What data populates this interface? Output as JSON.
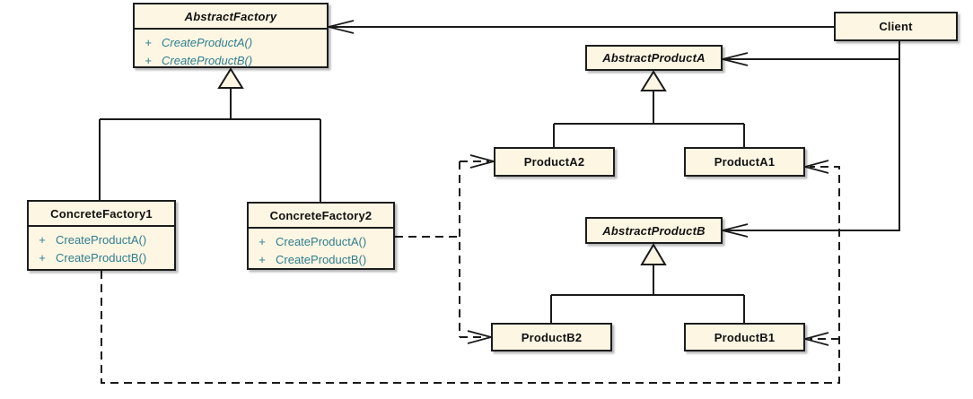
{
  "colors": {
    "background": "#FFFFFF",
    "box_fill": "#FDF6E3",
    "box_border": "#1C1C1C",
    "title_color": "#111111",
    "method_color": "#2F7E8E",
    "line_color": "#1A1A1A"
  },
  "classes": [
    {
      "name": "AbstractFactory",
      "abstract": true,
      "methods": [
        {
          "vis": "+",
          "sig": "CreateProductA()"
        },
        {
          "vis": "+",
          "sig": "CreateProductB()"
        }
      ]
    },
    {
      "name": "ConcreteFactory1",
      "abstract": false,
      "methods": [
        {
          "vis": "+",
          "sig": "CreateProductA()"
        },
        {
          "vis": "+",
          "sig": "CreateProductB()"
        }
      ]
    },
    {
      "name": "ConcreteFactory2",
      "abstract": false,
      "methods": [
        {
          "vis": "+",
          "sig": "CreateProductA()"
        },
        {
          "vis": "+",
          "sig": "CreateProductB()"
        }
      ]
    },
    {
      "name": "Client",
      "abstract": false,
      "methods": []
    },
    {
      "name": "AbstractProductA",
      "abstract": true,
      "methods": []
    },
    {
      "name": "ProductA2",
      "abstract": false,
      "methods": []
    },
    {
      "name": "ProductA1",
      "abstract": false,
      "methods": []
    },
    {
      "name": "AbstractProductB",
      "abstract": true,
      "methods": []
    },
    {
      "name": "ProductB2",
      "abstract": false,
      "methods": []
    },
    {
      "name": "ProductB1",
      "abstract": false,
      "methods": []
    }
  ],
  "relationships": {
    "generalizations": [
      {
        "from": "ConcreteFactory1",
        "to": "AbstractFactory"
      },
      {
        "from": "ConcreteFactory2",
        "to": "AbstractFactory"
      },
      {
        "from": "ProductA2",
        "to": "AbstractProductA"
      },
      {
        "from": "ProductA1",
        "to": "AbstractProductA"
      },
      {
        "from": "ProductB2",
        "to": "AbstractProductB"
      },
      {
        "from": "ProductB1",
        "to": "AbstractProductB"
      }
    ],
    "client_associations": [
      {
        "from": "Client",
        "to": "AbstractFactory"
      },
      {
        "from": "Client",
        "to": "AbstractProductA"
      },
      {
        "from": "Client",
        "to": "AbstractProductB"
      }
    ],
    "dependencies": [
      {
        "from": "ConcreteFactory2",
        "to": "ProductA2"
      },
      {
        "from": "ConcreteFactory2",
        "to": "ProductB2"
      },
      {
        "from": "ConcreteFactory1",
        "to": "ProductA1"
      },
      {
        "from": "ConcreteFactory1",
        "to": "ProductB1"
      }
    ]
  }
}
